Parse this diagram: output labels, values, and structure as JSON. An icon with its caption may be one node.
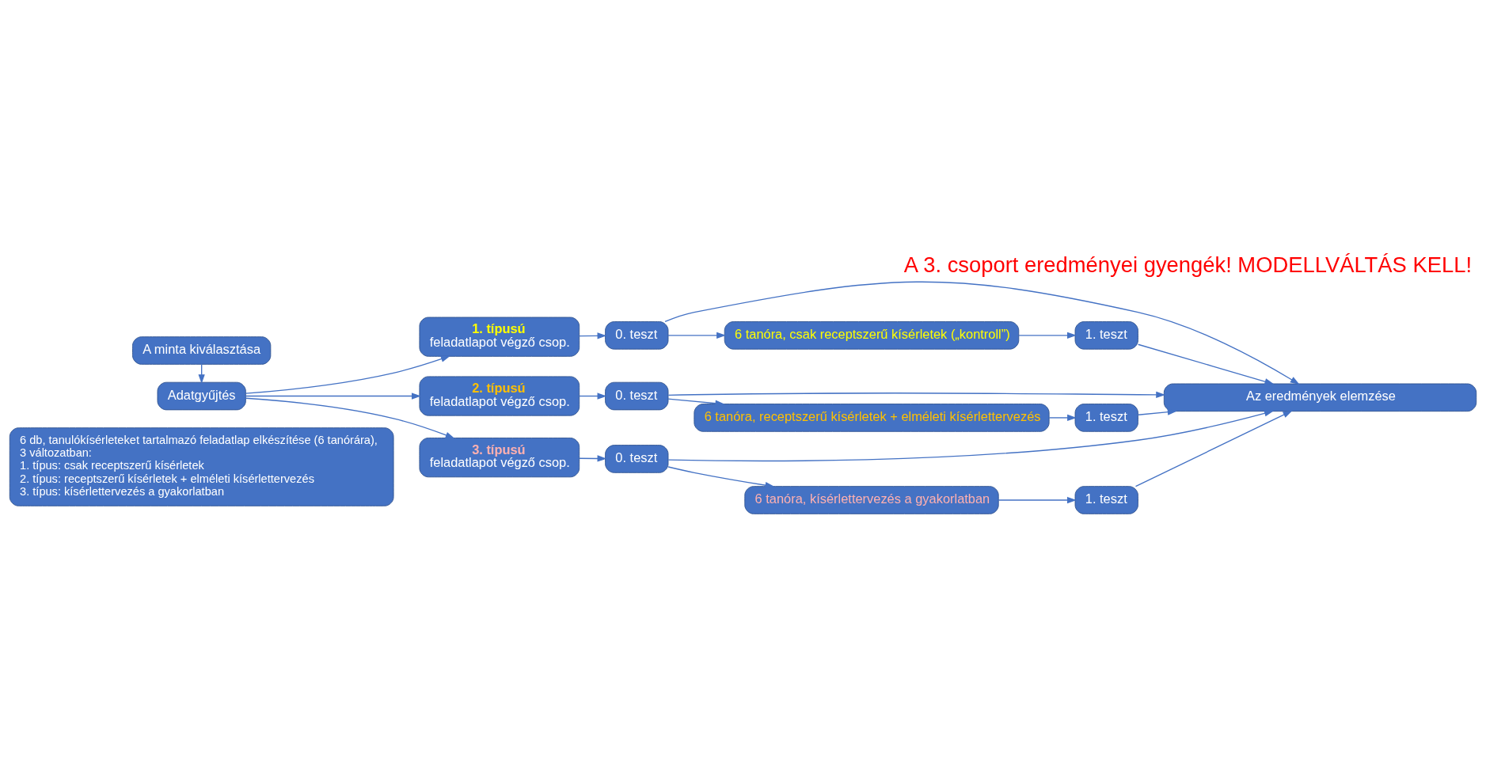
{
  "diagram": {
    "title": "A 3. csoport eredményei gyengék! MODELLVÁLTÁS KELL!",
    "nodes": [
      {
        "text": [
          "6 db, tanulókísérleteket tartalmazó feladatlap elkészítése (6 tanórára),",
          "3 változatban:",
          "1. típus: csak receptszerű kísérletek",
          "2. típus: receptszerű kísérletek + elméleti kísérlettervezés",
          "3. típus: kísérlettervezés a gyakorlatban"
        ]
      },
      {
        "text": [
          "Az eredmények elemzése"
        ]
      },
      {
        "text": [
          "A minta kiválasztása"
        ]
      },
      {
        "text": [
          "Adatgyűjtés"
        ]
      },
      {
        "text": [
          "1. típusú",
          "feladatlapot végző csop."
        ]
      },
      {
        "text": [
          "0. teszt"
        ]
      },
      {
        "text": [
          "6 tanóra, csak receptszerű kísérletek („kontroll”)"
        ]
      },
      {
        "text": [
          "1. teszt"
        ]
      },
      {
        "text": [
          "2. típusú",
          "feladatlapot végző csop."
        ]
      },
      {
        "text": [
          "0. teszt"
        ]
      },
      {
        "text": [
          "6 tanóra, receptszerű kísérletek + elméleti kísérlettervezés"
        ]
      },
      {
        "text": [
          "1. teszt"
        ]
      },
      {
        "text": [
          "3. típusú",
          "feladatlapot végző csop."
        ]
      },
      {
        "text": [
          "0. teszt"
        ]
      },
      {
        "text": [
          "6 tanóra, kísérlettervezés a gyakorlatban"
        ]
      },
      {
        "text": [
          "1. teszt"
        ]
      }
    ],
    "edges": [
      {
        "from": 2,
        "to": 3,
        "arrow": "to"
      },
      {
        "from": 3,
        "to": 4,
        "arrow": "to"
      },
      {
        "from": 3,
        "to": 8,
        "arrow": "to"
      },
      {
        "from": 3,
        "to": 12,
        "arrow": "to"
      },
      {
        "from": 4,
        "to": 5,
        "arrow": "to"
      },
      {
        "from": 5,
        "to": 6,
        "arrow": "to"
      },
      {
        "from": 6,
        "to": 7,
        "arrow": "to"
      },
      {
        "from": 8,
        "to": 9,
        "arrow": "to"
      },
      {
        "from": 9,
        "to": 10,
        "arrow": "to"
      },
      {
        "from": 10,
        "to": 11,
        "arrow": "to"
      },
      {
        "from": 12,
        "to": 13,
        "arrow": "to"
      },
      {
        "from": 13,
        "to": 14,
        "arrow": "to"
      },
      {
        "from": 14,
        "to": 15,
        "arrow": "to"
      },
      {
        "from": 5,
        "to": 1,
        "arrow": "to"
      },
      {
        "from": 9,
        "to": 1,
        "arrow": "to"
      },
      {
        "from": 13,
        "to": 1,
        "arrow": "to"
      },
      {
        "from": 7,
        "to": 1,
        "arrow": "to"
      },
      {
        "from": 11,
        "to": 1,
        "arrow": "to"
      },
      {
        "from": 15,
        "to": 1,
        "arrow": "to"
      }
    ]
  }
}
